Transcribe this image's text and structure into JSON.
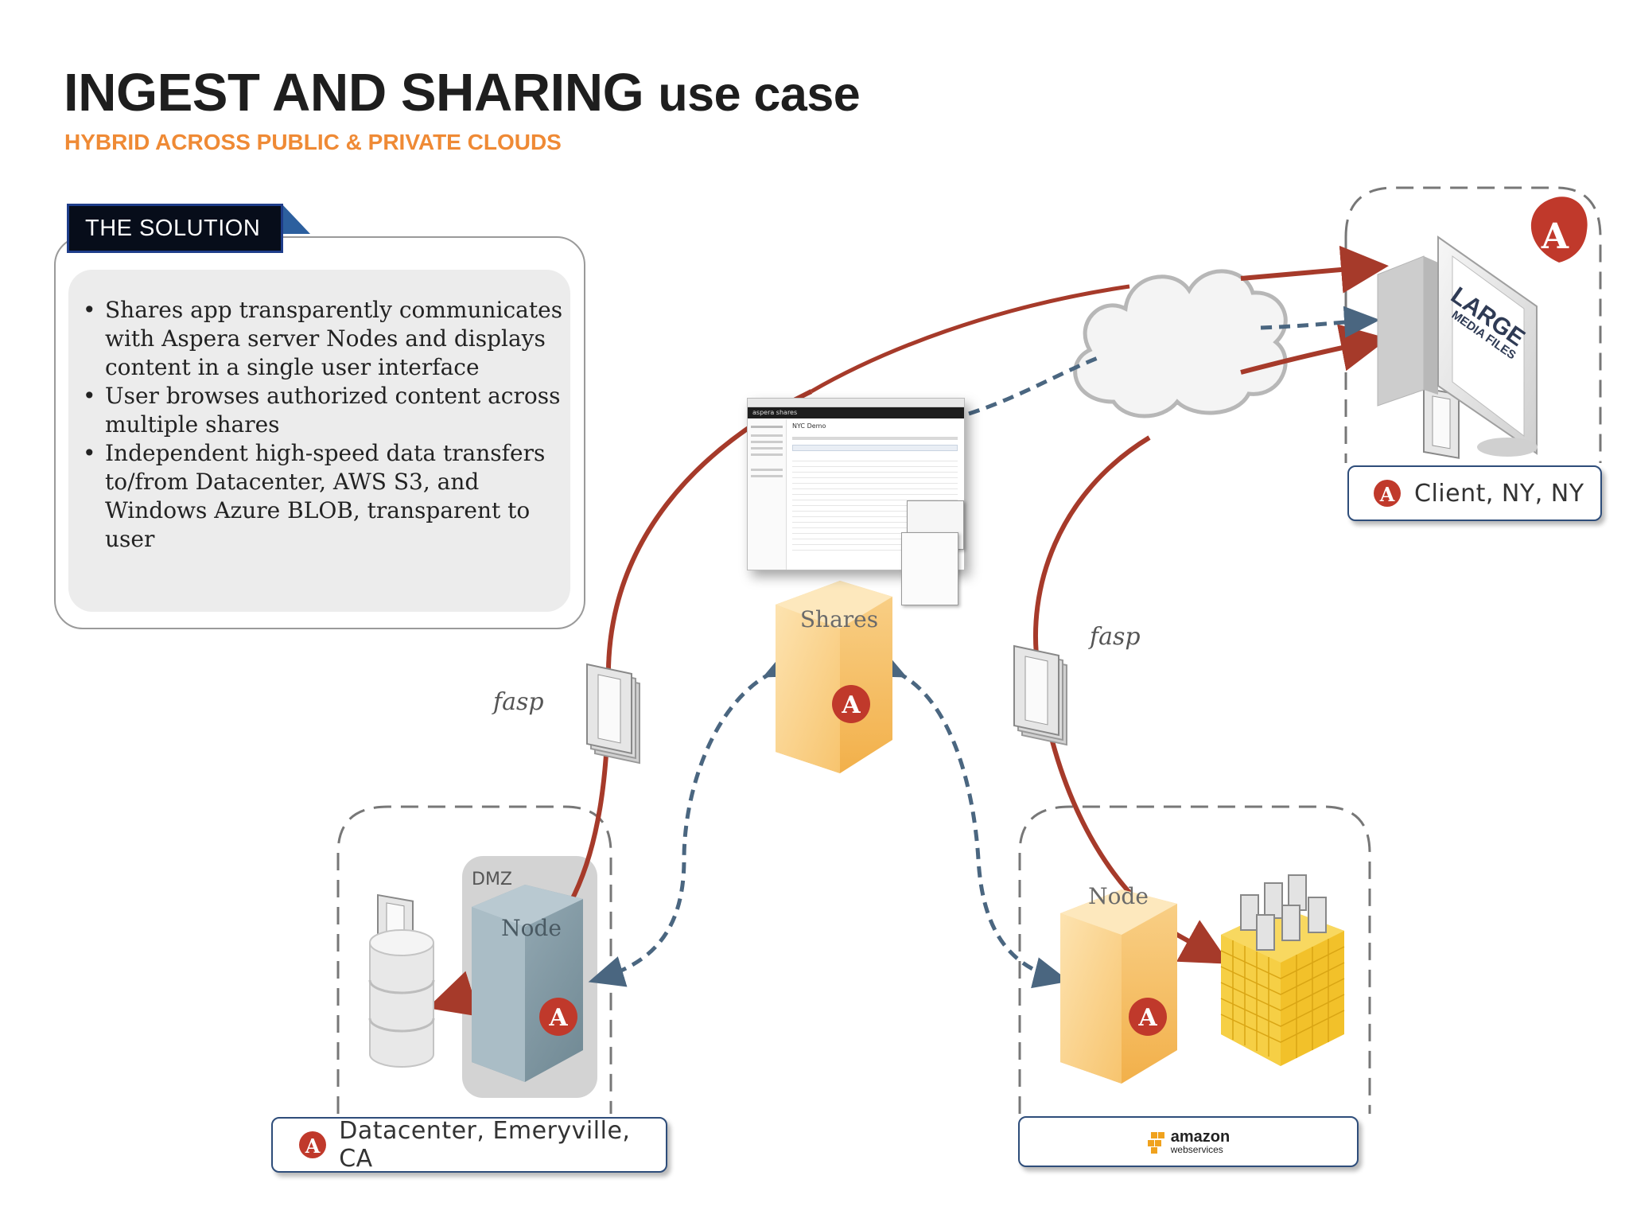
{
  "header": {
    "title_main": "INGEST AND SHARING",
    "title_rest": "use case",
    "subtitle": "HYBRID ACROSS PUBLIC & PRIVATE CLOUDS"
  },
  "solution": {
    "tab_label": "THE SOLUTION",
    "bullets": [
      "Shares app transparently communicates with Aspera server Nodes and displays content in a single user interface",
      "User browses authorized content across multiple shares",
      "Independent high-speed data transfers to/from Datacenter, AWS S3, and Windows Azure BLOB, transparent to user"
    ]
  },
  "diagram": {
    "shares_label": "Shares",
    "node_dc_label": "Node",
    "node_aws_label": "Node",
    "dmz_label": "DMZ",
    "fasp_left": "fasp",
    "fasp_right": "fasp",
    "monitor_text_1": "LARGE",
    "monitor_text_2": "MEDIA FILES",
    "screen_title": "NYC Demo",
    "screen_brand": "aspera shares",
    "locations": {
      "client": "Client, NY, NY",
      "datacenter": "Datacenter, Emeryville, CA",
      "aws_brand": "amazon",
      "aws_sub": "webservices"
    }
  },
  "colors": {
    "arrow_solid": "#a63a2a",
    "arrow_dashed": "#4a6680",
    "accent_orange": "#ef8a35",
    "aspera_red": "#c0392b"
  }
}
